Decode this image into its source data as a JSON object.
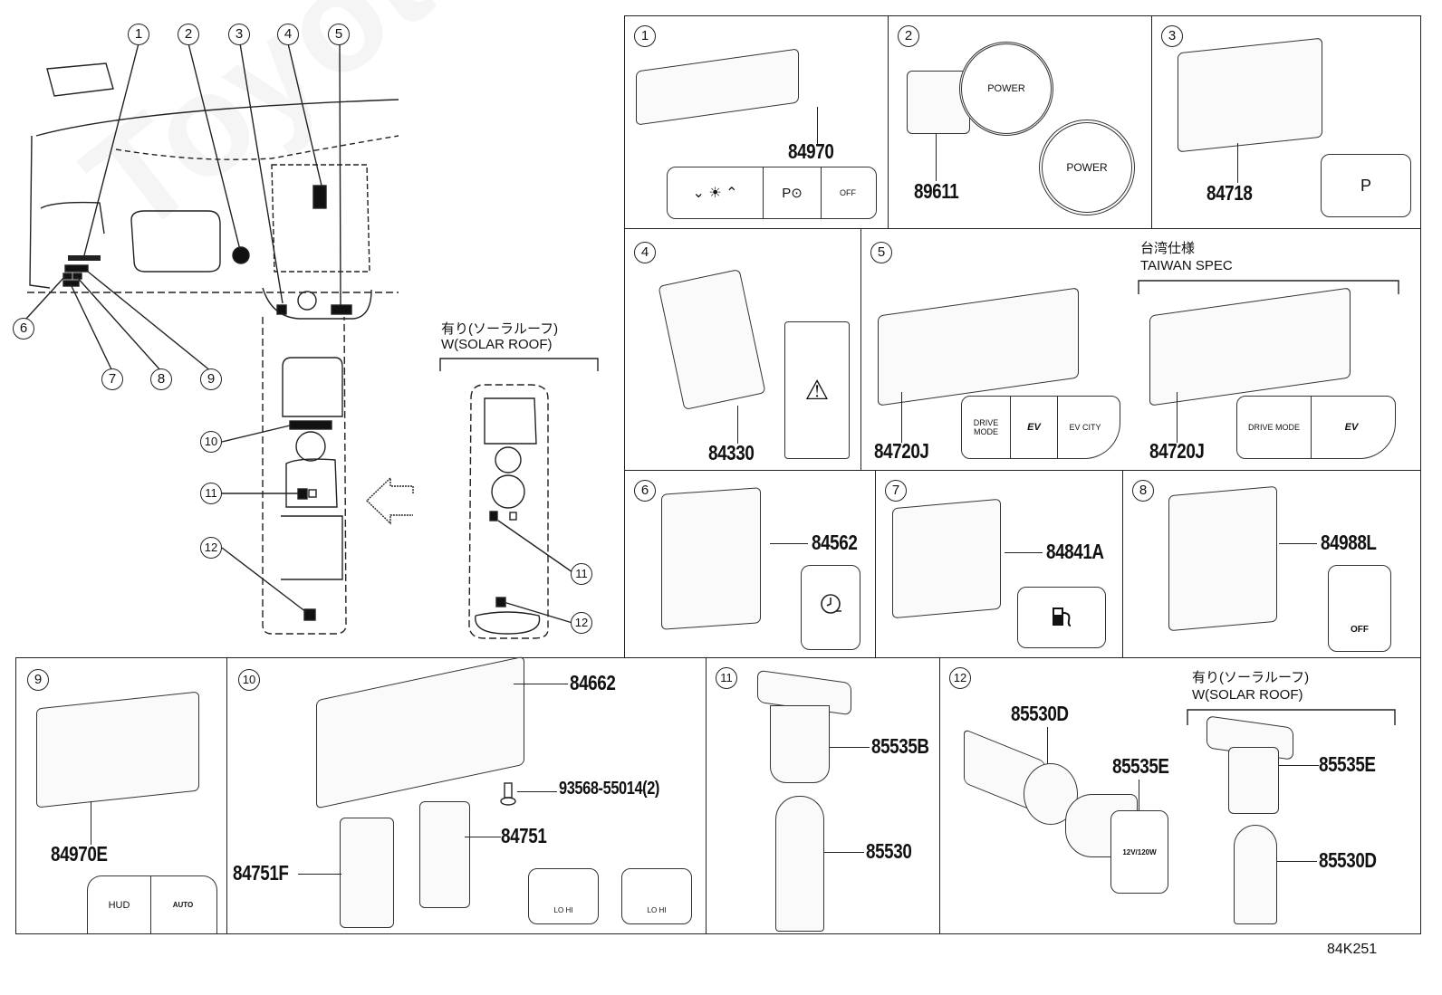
{
  "overview": {
    "callouts_top": [
      "1",
      "2",
      "3",
      "4",
      "5"
    ],
    "callouts_left": [
      "6",
      "7",
      "8",
      "9"
    ],
    "callouts_console": [
      "10",
      "11",
      "12"
    ],
    "solar_roof_note_jp": "有り(ソーラルーフ)",
    "solar_roof_note_en": "W(SOLAR ROOF)",
    "solar_callouts": [
      "11",
      "12"
    ]
  },
  "panels": [
    {
      "num": "1",
      "parts": [
        "84970"
      ],
      "face_labels": [
        "⌄ ☀ ⌃",
        "P⊙",
        "OFF"
      ]
    },
    {
      "num": "2",
      "parts": [
        "89611"
      ],
      "face_labels": [
        "POWER",
        "POWER"
      ]
    },
    {
      "num": "3",
      "parts": [
        "84718"
      ],
      "face_labels": [
        "P"
      ]
    },
    {
      "num": "4",
      "parts": [
        "84330"
      ],
      "face_labels": [
        "⚠"
      ]
    },
    {
      "num": "5",
      "parts": [
        "84720J",
        "84720J"
      ],
      "face_labels": [
        "DRIVE MODE",
        "EV",
        "EV CITY",
        "DRIVE MODE",
        "EV"
      ],
      "spec_note_jp": "台湾仕様",
      "spec_note_en": "TAIWAN SPEC"
    },
    {
      "num": "6",
      "parts": [
        "84562"
      ],
      "face_labels": [
        "clock-charge"
      ]
    },
    {
      "num": "7",
      "parts": [
        "84841A"
      ],
      "face_labels": [
        "fuel"
      ]
    },
    {
      "num": "8",
      "parts": [
        "84988L"
      ],
      "face_labels": [
        "OFF"
      ]
    },
    {
      "num": "9",
      "parts": [
        "84970E"
      ],
      "face_labels": [
        "HUD",
        "AUTO"
      ]
    },
    {
      "num": "10",
      "parts": [
        "84662",
        "93568-55014(2)",
        "84751",
        "84751F"
      ],
      "face_labels": [
        "LO HI",
        "LO HI"
      ]
    },
    {
      "num": "11",
      "parts": [
        "85535B",
        "85530"
      ]
    },
    {
      "num": "12",
      "parts": [
        "85530D",
        "85535E",
        "85535E",
        "85530D"
      ],
      "spec_note_jp": "有り(ソーラルーフ)",
      "spec_note_en": "W(SOLAR ROOF)",
      "face_labels": [
        "12V/120W"
      ]
    }
  ],
  "diagram_code": "84K251"
}
